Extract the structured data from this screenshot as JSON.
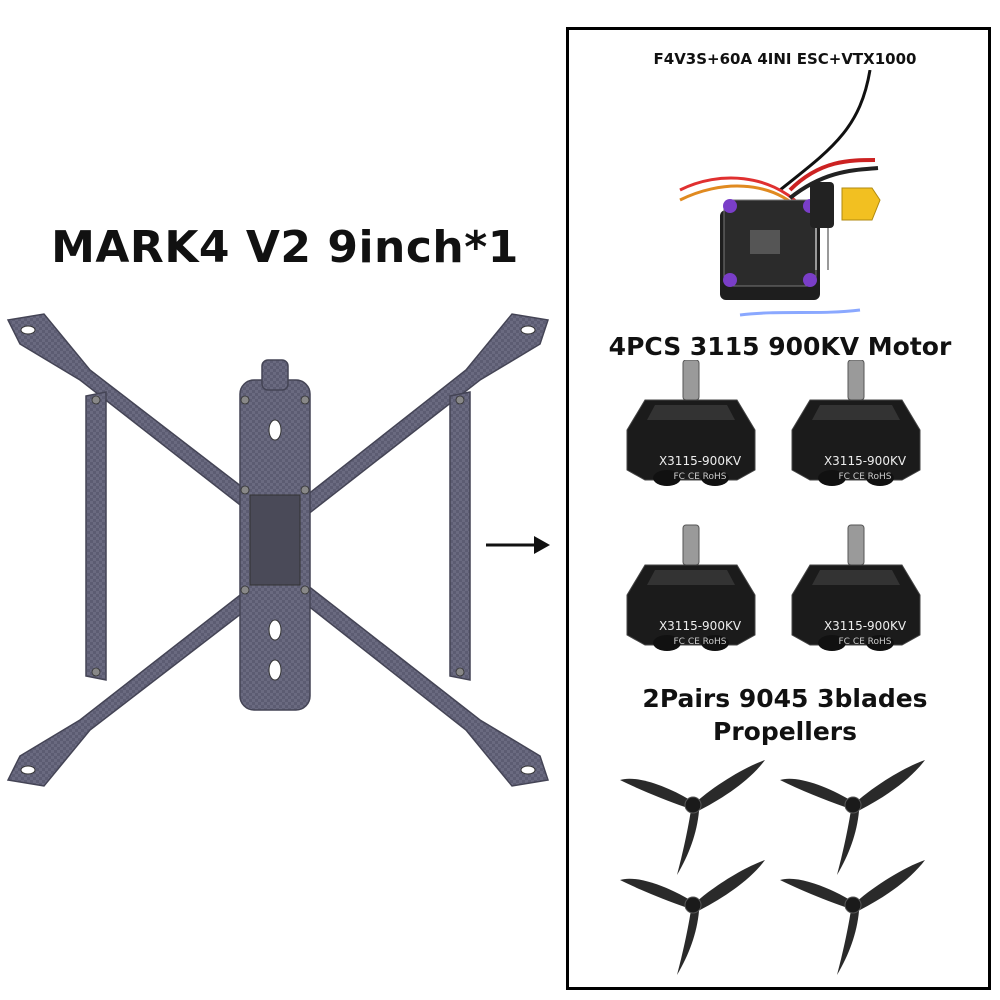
{
  "frame": {
    "title": "MARK4 V2 9inch*1",
    "icon": "carbon-x-frame"
  },
  "arrow": {
    "icon": "right-arrow"
  },
  "stack": {
    "title": "F4V3S+60A 4INI ESC+VTX1000",
    "icon": "flight-controller-stack"
  },
  "motors": {
    "title": "4PCS 3115 900KV Motor",
    "count": 4,
    "label": "X3115-900KV",
    "certs": "FC CE RoHS"
  },
  "propellers": {
    "title_line1": "2Pairs 9045 3blades",
    "title_line2": "Propellers",
    "count": 4
  },
  "colors": {
    "carbon": "#5a5a6e",
    "motor_body": "#1b1b1b",
    "stack_purple": "#7a3ec8",
    "prop": "#2a2a2a"
  }
}
